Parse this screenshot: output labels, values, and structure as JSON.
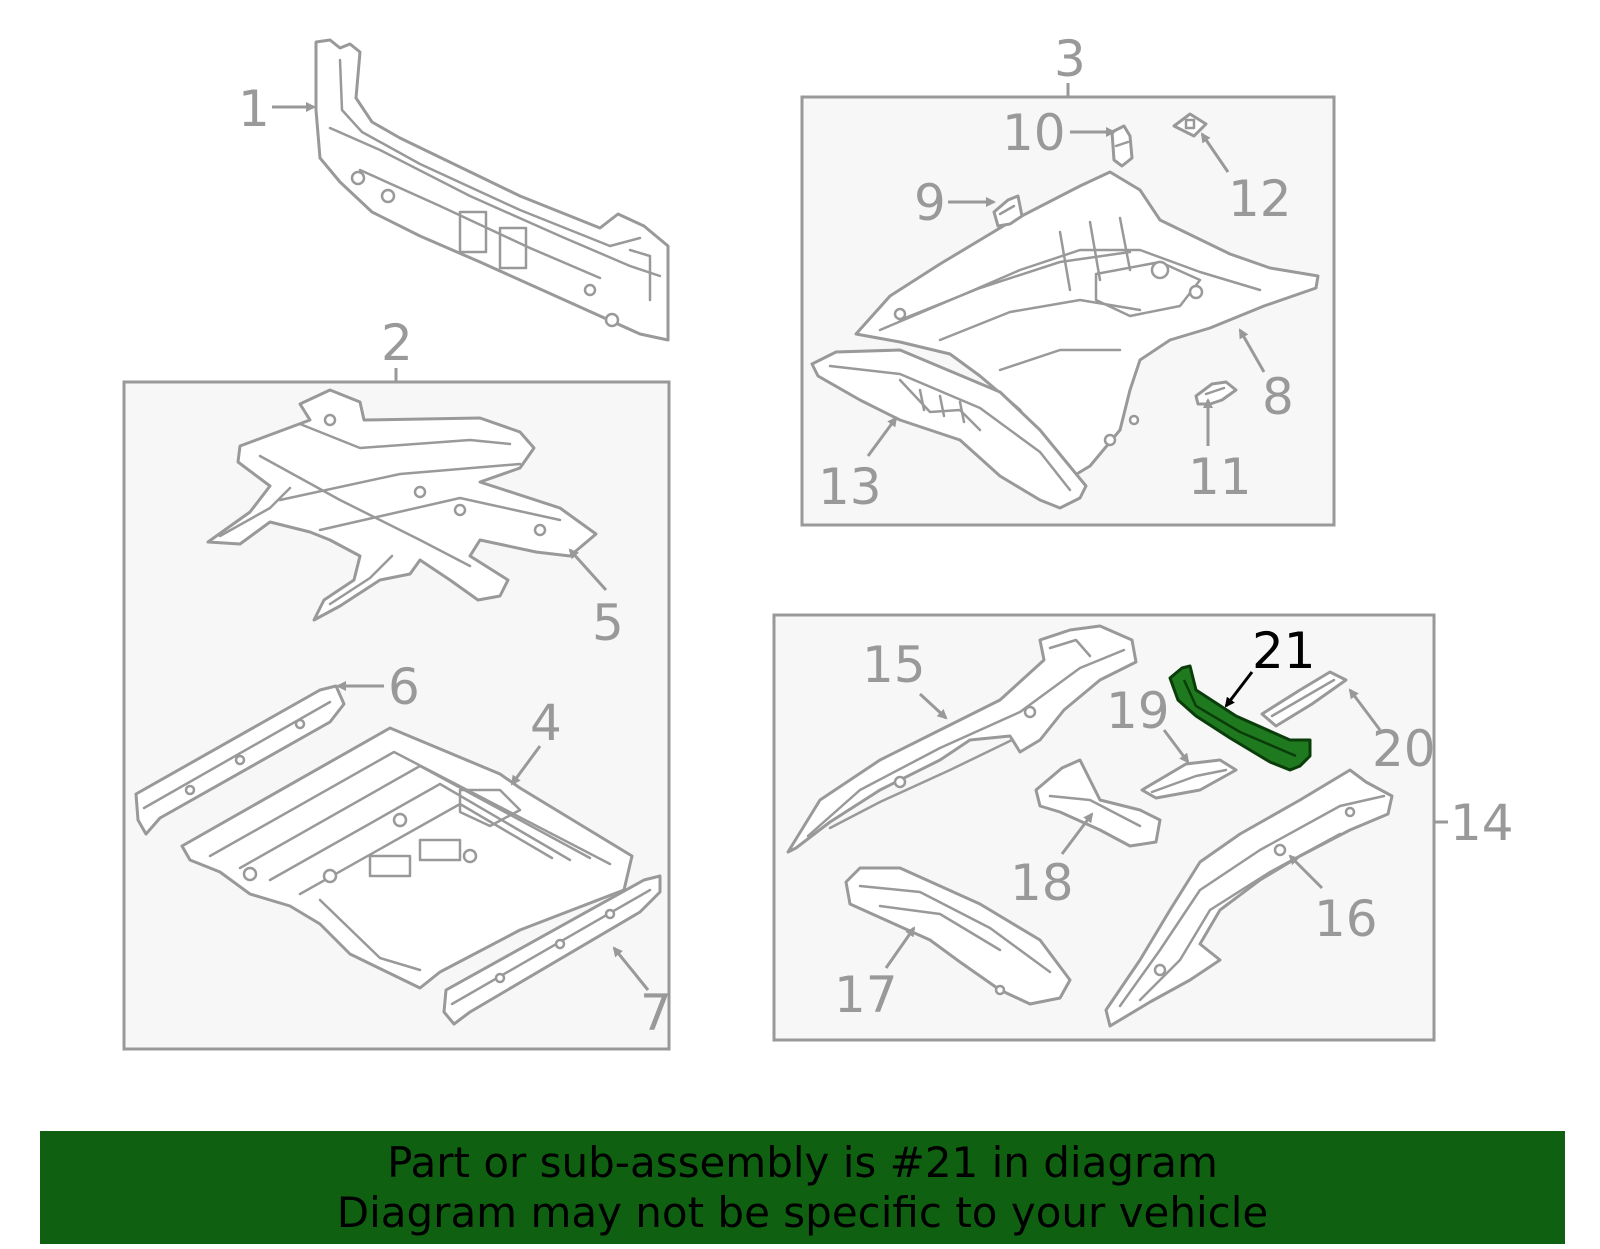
{
  "callouts": {
    "c1": "1",
    "c2": "2",
    "c3": "3",
    "c4": "4",
    "c5": "5",
    "c6": "6",
    "c7": "7",
    "c8": "8",
    "c9": "9",
    "c10": "10",
    "c11": "11",
    "c12": "12",
    "c13": "13",
    "c14": "14",
    "c15": "15",
    "c16": "16",
    "c17": "17",
    "c18": "18",
    "c19": "19",
    "c20": "20",
    "c21": "21"
  },
  "highlighted_part": "21",
  "colors": {
    "highlight": "#1f7a1f",
    "banner_background": "#0f6010",
    "line": "#999999"
  },
  "banner": {
    "line1": "Part or sub-assembly is #21 in diagram",
    "line2": "Diagram may not be specific to your vehicle"
  }
}
